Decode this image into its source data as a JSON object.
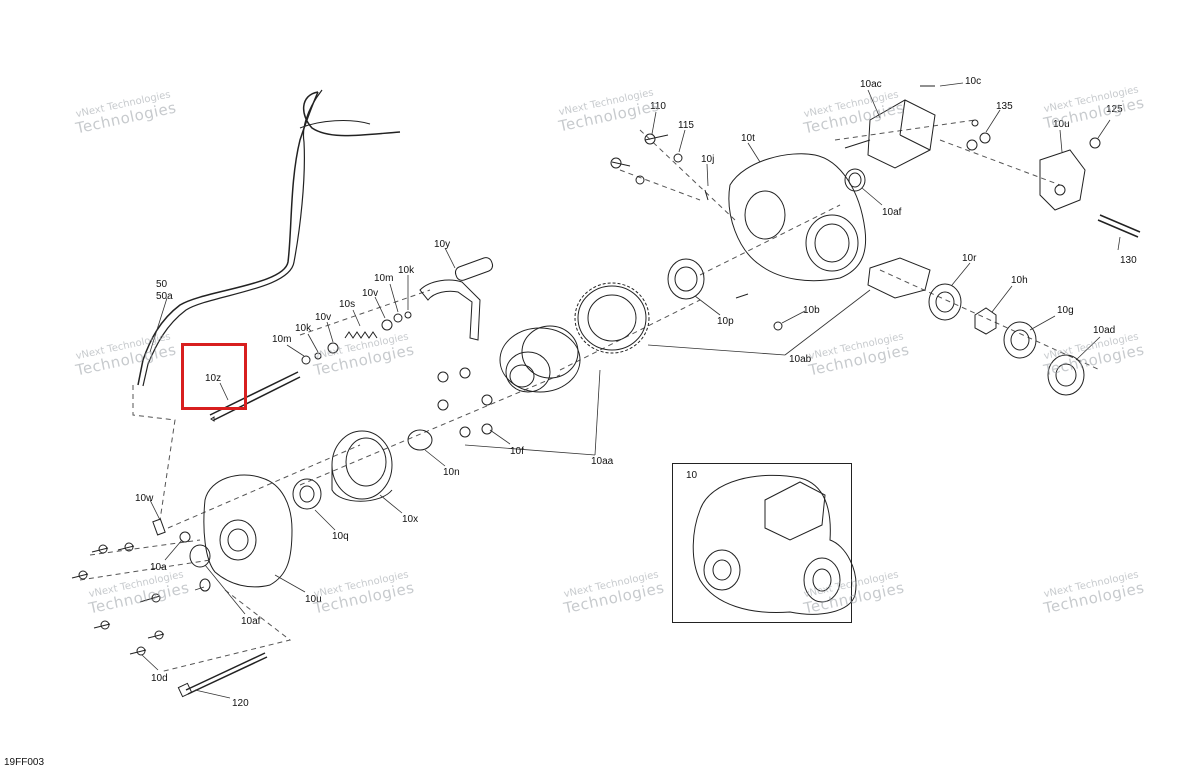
{
  "diagram": {
    "figure_code": "19FF003",
    "watermark": {
      "line1": "vNext Technologies",
      "line2": "Technologies"
    },
    "highlighted_part": "10z",
    "inset_label": "10",
    "labels": [
      "50",
      "50a",
      "10z",
      "10m",
      "10k",
      "10v",
      "10s",
      "10m",
      "10v",
      "10k",
      "10y",
      "110",
      "115",
      "10j",
      "10t",
      "10ac",
      "10c",
      "135",
      "10u",
      "125",
      "10af",
      "10p",
      "10b",
      "10r",
      "10h",
      "10g",
      "10ab",
      "10ad",
      "130",
      "10f",
      "10aa",
      "10n",
      "10x",
      "10q",
      "10w",
      "10a",
      "10af",
      "10u",
      "10d",
      "120",
      "10"
    ]
  }
}
